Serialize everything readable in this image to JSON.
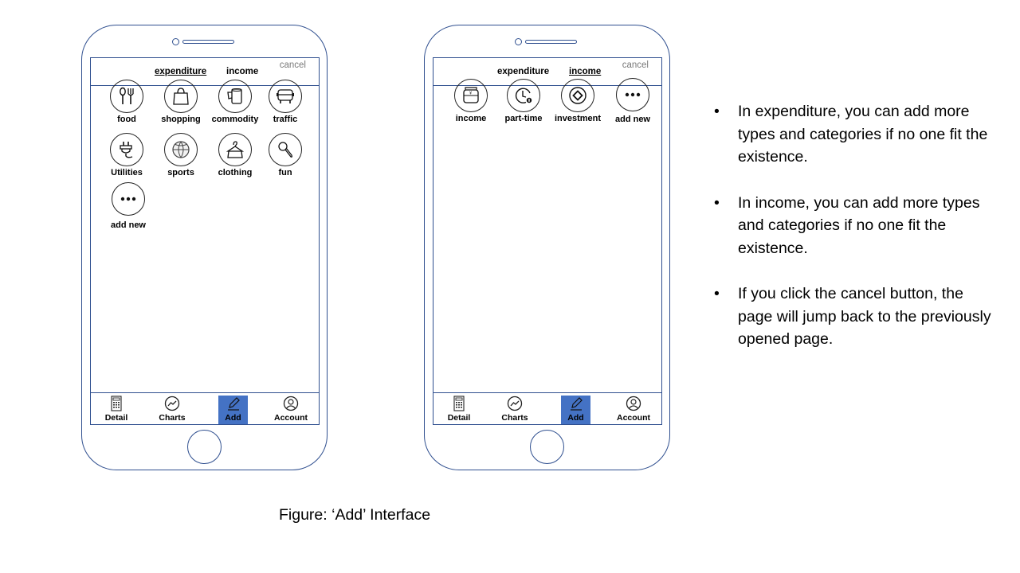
{
  "left_phone": {
    "tabs": {
      "expenditure": "expenditure",
      "income": "income",
      "active": "expenditure"
    },
    "cancel": "cancel",
    "categories": [
      {
        "label": "food",
        "icon": "fork-spoon-icon"
      },
      {
        "label": "shopping",
        "icon": "shopping-bag-icon"
      },
      {
        "label": "commodity",
        "icon": "paper-towel-icon"
      },
      {
        "label": "traffic",
        "icon": "car-icon"
      },
      {
        "label": "Utilities",
        "icon": "plug-icon"
      },
      {
        "label": "sports",
        "icon": "basketball-icon"
      },
      {
        "label": "clothing",
        "icon": "clothes-hanger-icon"
      },
      {
        "label": "fun",
        "icon": "microphone-icon"
      },
      {
        "label": "add new",
        "icon": "more-dots-icon"
      }
    ],
    "nav": [
      {
        "label": "Detail",
        "icon": "calculator-icon"
      },
      {
        "label": "Charts",
        "icon": "chart-icon"
      },
      {
        "label": "Add",
        "icon": "pencil-icon",
        "active": true
      },
      {
        "label": "Account",
        "icon": "user-icon"
      }
    ]
  },
  "right_phone": {
    "tabs": {
      "expenditure": "expenditure",
      "income": "income",
      "active": "income"
    },
    "cancel": "cancel",
    "categories": [
      {
        "label": "income",
        "icon": "wallet-icon"
      },
      {
        "label": "part-time",
        "icon": "clock-icon"
      },
      {
        "label": "investment",
        "icon": "investment-icon"
      },
      {
        "label": "add new",
        "icon": "more-dots-icon"
      }
    ],
    "nav": [
      {
        "label": "Detail",
        "icon": "calculator-icon"
      },
      {
        "label": "Charts",
        "icon": "chart-icon"
      },
      {
        "label": "Add",
        "icon": "pencil-icon",
        "active": true
      },
      {
        "label": "Account",
        "icon": "user-icon"
      }
    ]
  },
  "notes": [
    "In expenditure, you can add more types and categories if no one fit the existence.",
    "In income, you can add more types and categories if no one fit the existence.",
    "If you click the cancel button, the page will jump back to the previously opened page."
  ],
  "caption": "Figure: ‘Add’ Interface",
  "colors": {
    "phone_outline": "#2f4f8f",
    "active_nav": "#4472c4",
    "cancel_text": "#7a7a7a"
  }
}
